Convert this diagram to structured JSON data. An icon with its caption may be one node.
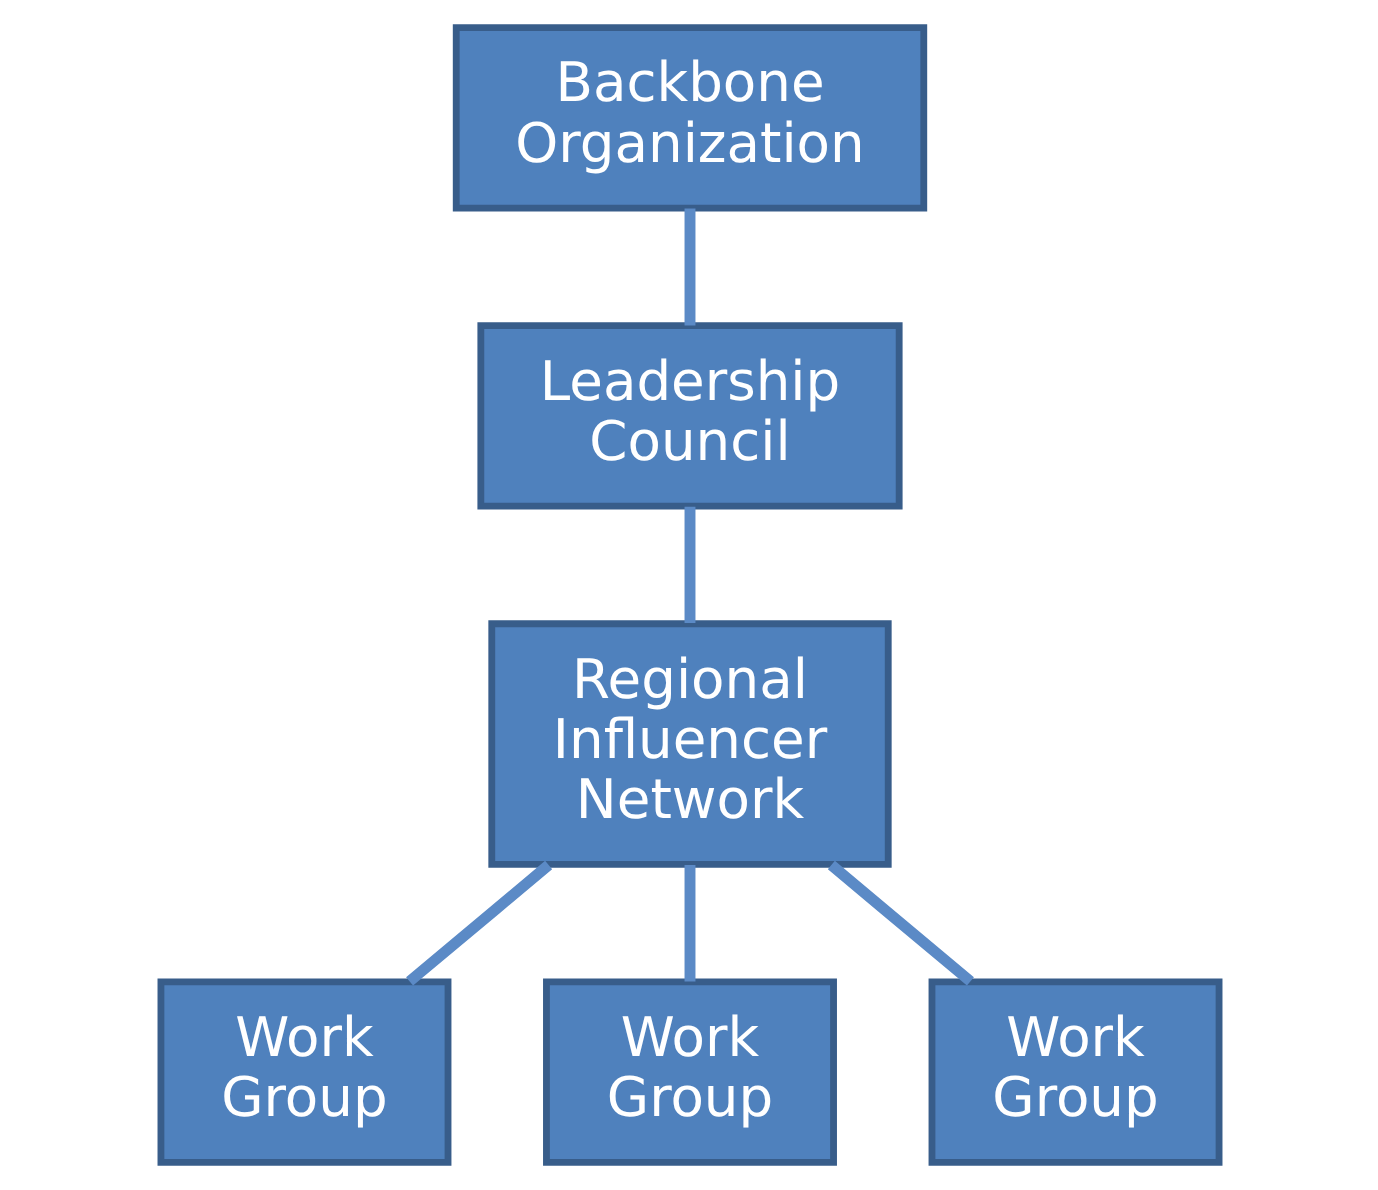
{
  "diagram": {
    "nodes": [
      {
        "text": [
          "Backbone Organization"
        ]
      },
      {
        "text": [
          "Leadership Council"
        ]
      },
      {
        "text": [
          "Regional Influencer Network"
        ]
      },
      {
        "text": [
          "Work Group"
        ]
      },
      {
        "text": [
          "Work Group"
        ]
      },
      {
        "text": [
          "Work Group"
        ]
      }
    ],
    "edges": [
      {
        "from": 0,
        "to": 1,
        "arrow": "none"
      },
      {
        "from": 1,
        "to": 2,
        "arrow": "none"
      },
      {
        "from": 2,
        "to": 3,
        "arrow": "none"
      },
      {
        "from": 2,
        "to": 4,
        "arrow": "none"
      },
      {
        "from": 2,
        "to": 5,
        "arrow": "none"
      }
    ]
  }
}
